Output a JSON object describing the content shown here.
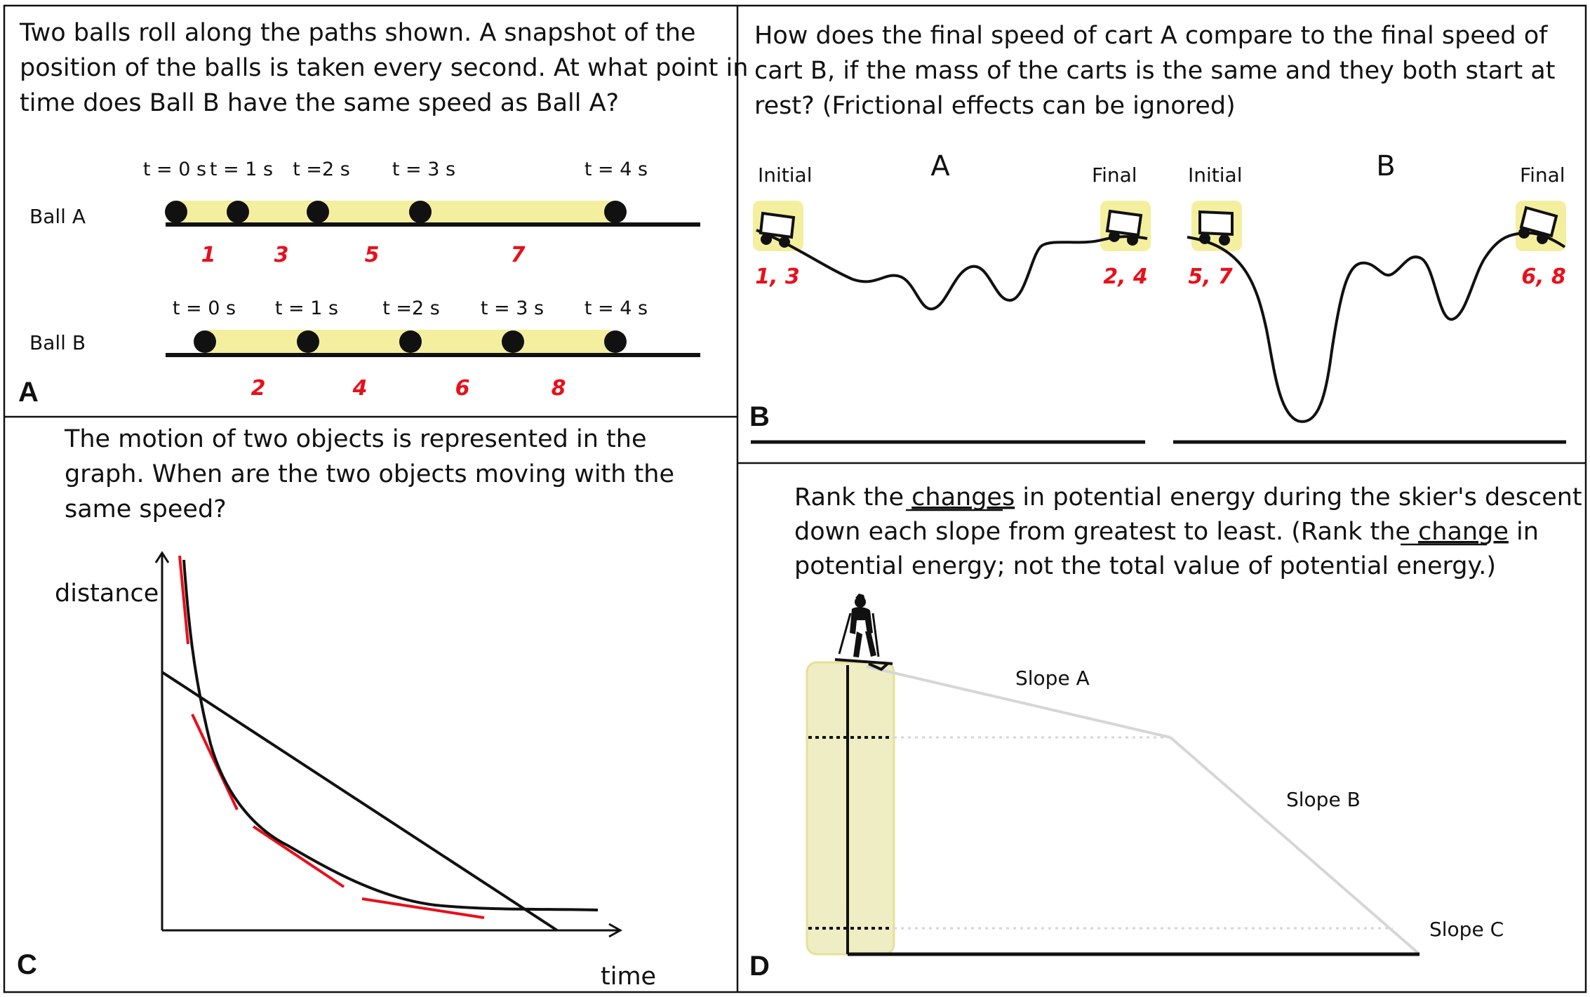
{
  "panel_a": {
    "letter": "A",
    "question": [
      "Two balls roll along the paths shown. A snapshot of the",
      "position of the balls is taken every second. At what point in",
      "time does Ball B have the same speed as Ball A?"
    ],
    "ball_a_label": "Ball  A",
    "ball_b_label": "Ball B",
    "ball_a_times": [
      "t = 0 s",
      "t = 1 s",
      "t =2 s",
      "t = 3 s",
      "t = 4 s"
    ],
    "ball_b_times": [
      "t = 0 s",
      "t = 1 s",
      "t =2 s",
      "t = 3 s",
      "t = 4 s"
    ],
    "ball_a_intervals": [
      "1",
      "3",
      "5",
      "7"
    ],
    "ball_b_intervals": [
      "2",
      "4",
      "6",
      "8"
    ]
  },
  "panel_b": {
    "letter": "B",
    "question": [
      "How does the final speed of cart A compare to the final speed of",
      "cart B, if the mass of the carts is the same and they both start at",
      "rest? (Frictional effects can be ignored)"
    ],
    "track_a": {
      "name": "A",
      "initial": "Initial",
      "final": "Final",
      "initial_codes": "1, 3",
      "final_codes": "2, 4"
    },
    "track_b": {
      "name": "B",
      "initial": "Initial",
      "final": "Final",
      "initial_codes": "5, 7",
      "final_codes": "6, 8"
    }
  },
  "panel_c": {
    "letter": "C",
    "question": [
      "The motion of two objects is represented in the",
      "graph. When are the two objects moving with the",
      "same speed?"
    ],
    "y_axis": "distance",
    "x_axis": "time"
  },
  "panel_d": {
    "letter": "D",
    "question_parts": {
      "l1_pre": "Rank the ",
      "l1_u": "changes",
      "l1_post": " in potential energy during the skier's descent",
      "l2_pre": "down each slope from greatest to least.  (Rank the ",
      "l2_u": "change",
      "l2_post": " in",
      "l3": "potential energy; not the total value of potential energy.)"
    },
    "slope_a": "Slope A",
    "slope_b": "Slope B",
    "slope_c": "Slope C"
  },
  "colors": {
    "highlight": "#f3ef9e",
    "answer_red": "#e8101b",
    "ink": "#111111"
  }
}
